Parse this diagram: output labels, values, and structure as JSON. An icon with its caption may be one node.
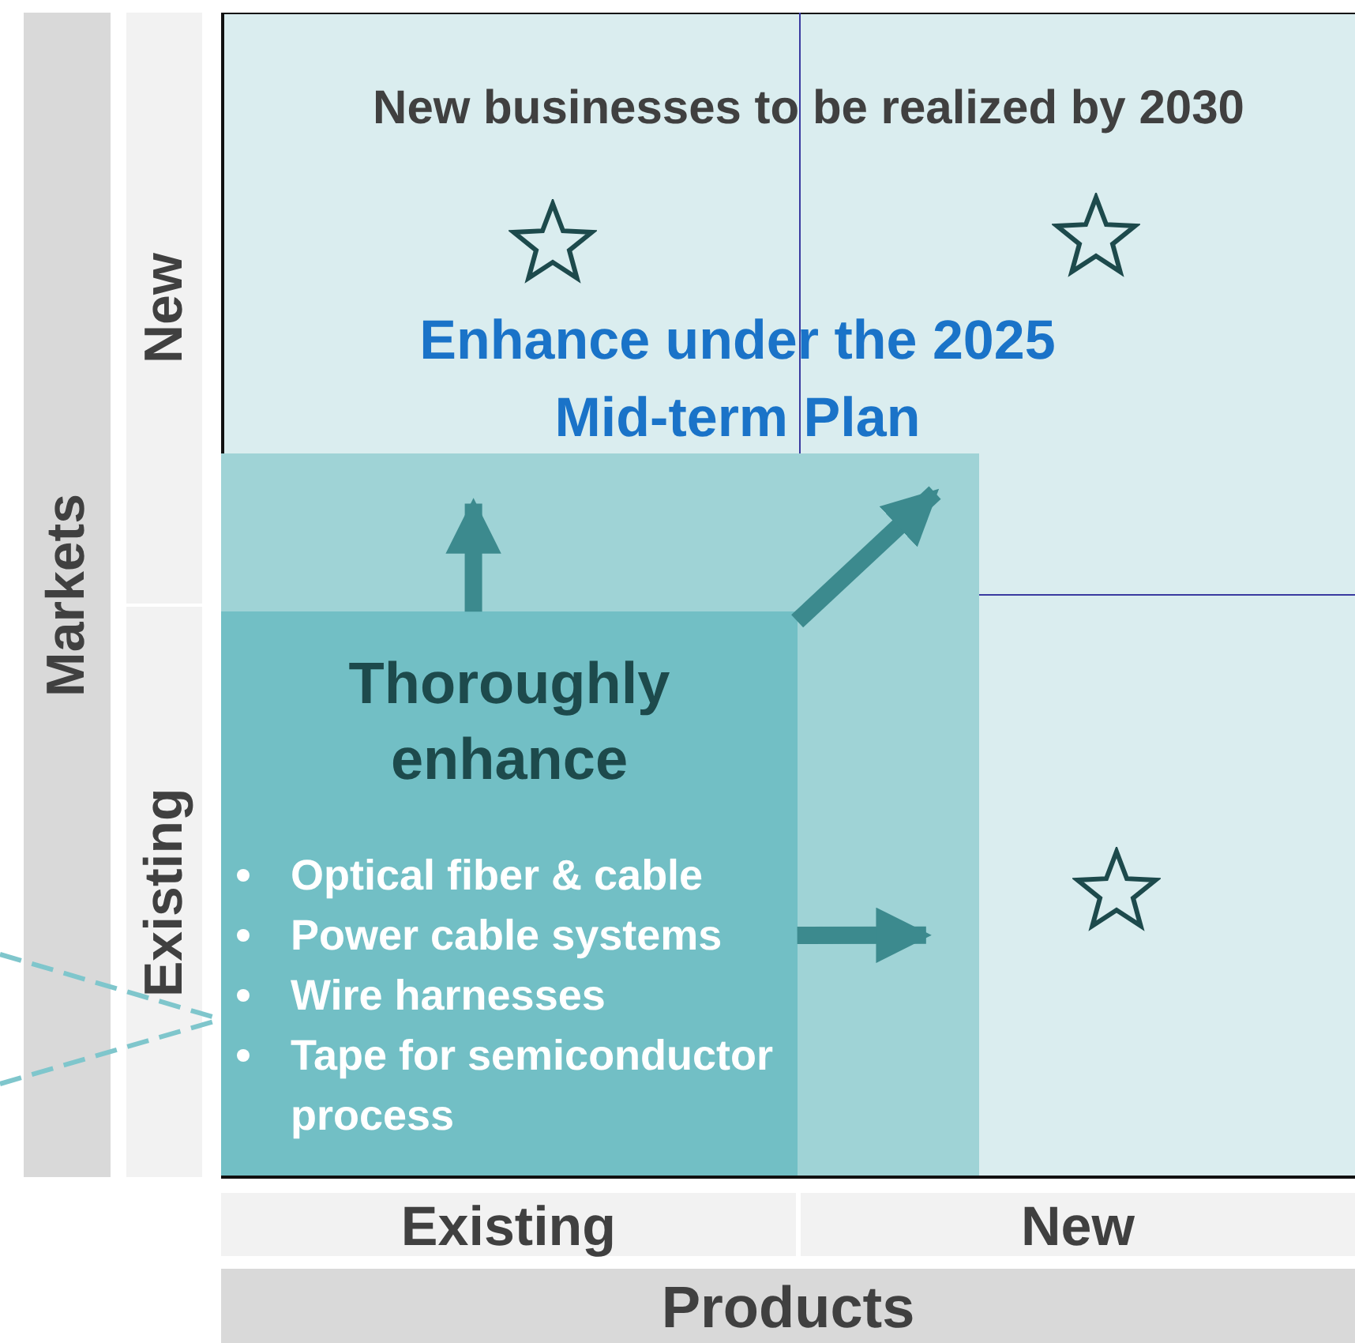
{
  "diagram": {
    "nodes": [
      {
        "text": [
          "Thoroughly enhance",
          "Optical fiber & cable",
          "Power cable systems",
          "Wire harnesses",
          "Tape for semiconductor process"
        ],
        "in": 4
      },
      {
        "text": [],
        "shape": "star"
      },
      {
        "text": [],
        "shape": "star"
      },
      {
        "text": [],
        "shape": "star"
      },
      {
        "text": [],
        "shape": "box"
      }
    ],
    "edges": [
      {
        "from": 0,
        "to": 4,
        "arrow": "to"
      },
      {
        "from": 0,
        "to": 4,
        "arrow": "to"
      },
      {
        "from": 0,
        "to": 4,
        "arrow": "to"
      },
      {
        "from": null,
        "to": 0,
        "arrow": "none",
        "style": "dashed",
        "color": "#7fc6cc"
      },
      {
        "from": null,
        "to": 0,
        "arrow": "none",
        "style": "dashed",
        "color": "#7fc6cc"
      }
    ],
    "labels": [
      "Markets",
      "New",
      "Existing",
      "New businesses to be realized by 2030",
      "Enhance under the 2025 Mid-term Plan",
      "Existing",
      "New",
      "Products"
    ]
  }
}
